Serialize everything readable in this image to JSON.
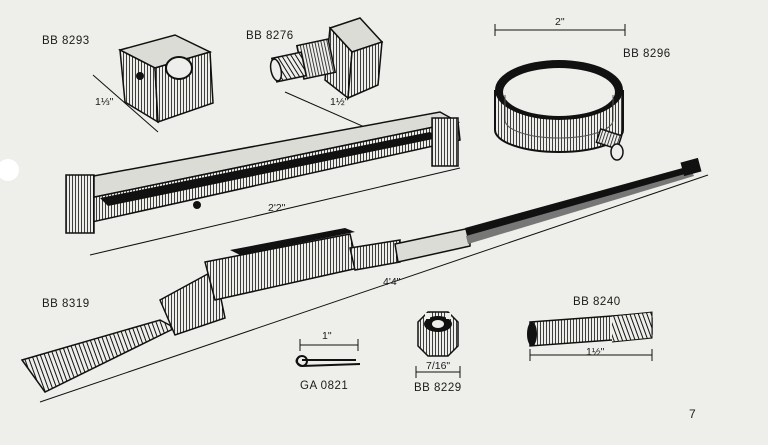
{
  "parts": {
    "bb8293": {
      "code": "BB 8293",
      "dim": "1⅓\""
    },
    "bb8276": {
      "code": "BB 8276",
      "dim": "1½\""
    },
    "bb8296": {
      "code": "BB 8296",
      "dim": "2\""
    },
    "frame": {
      "dim": "2'2\""
    },
    "bb8319": {
      "code": "BB 8319",
      "dim": "4'4\""
    },
    "ga0821": {
      "code": "GA 0821",
      "dim": "1\""
    },
    "bb8229": {
      "code": "BB 8229",
      "dim": "7/16\""
    },
    "bb8240": {
      "code": "BB 8240",
      "dim": "1½\""
    }
  },
  "page_number": "7"
}
